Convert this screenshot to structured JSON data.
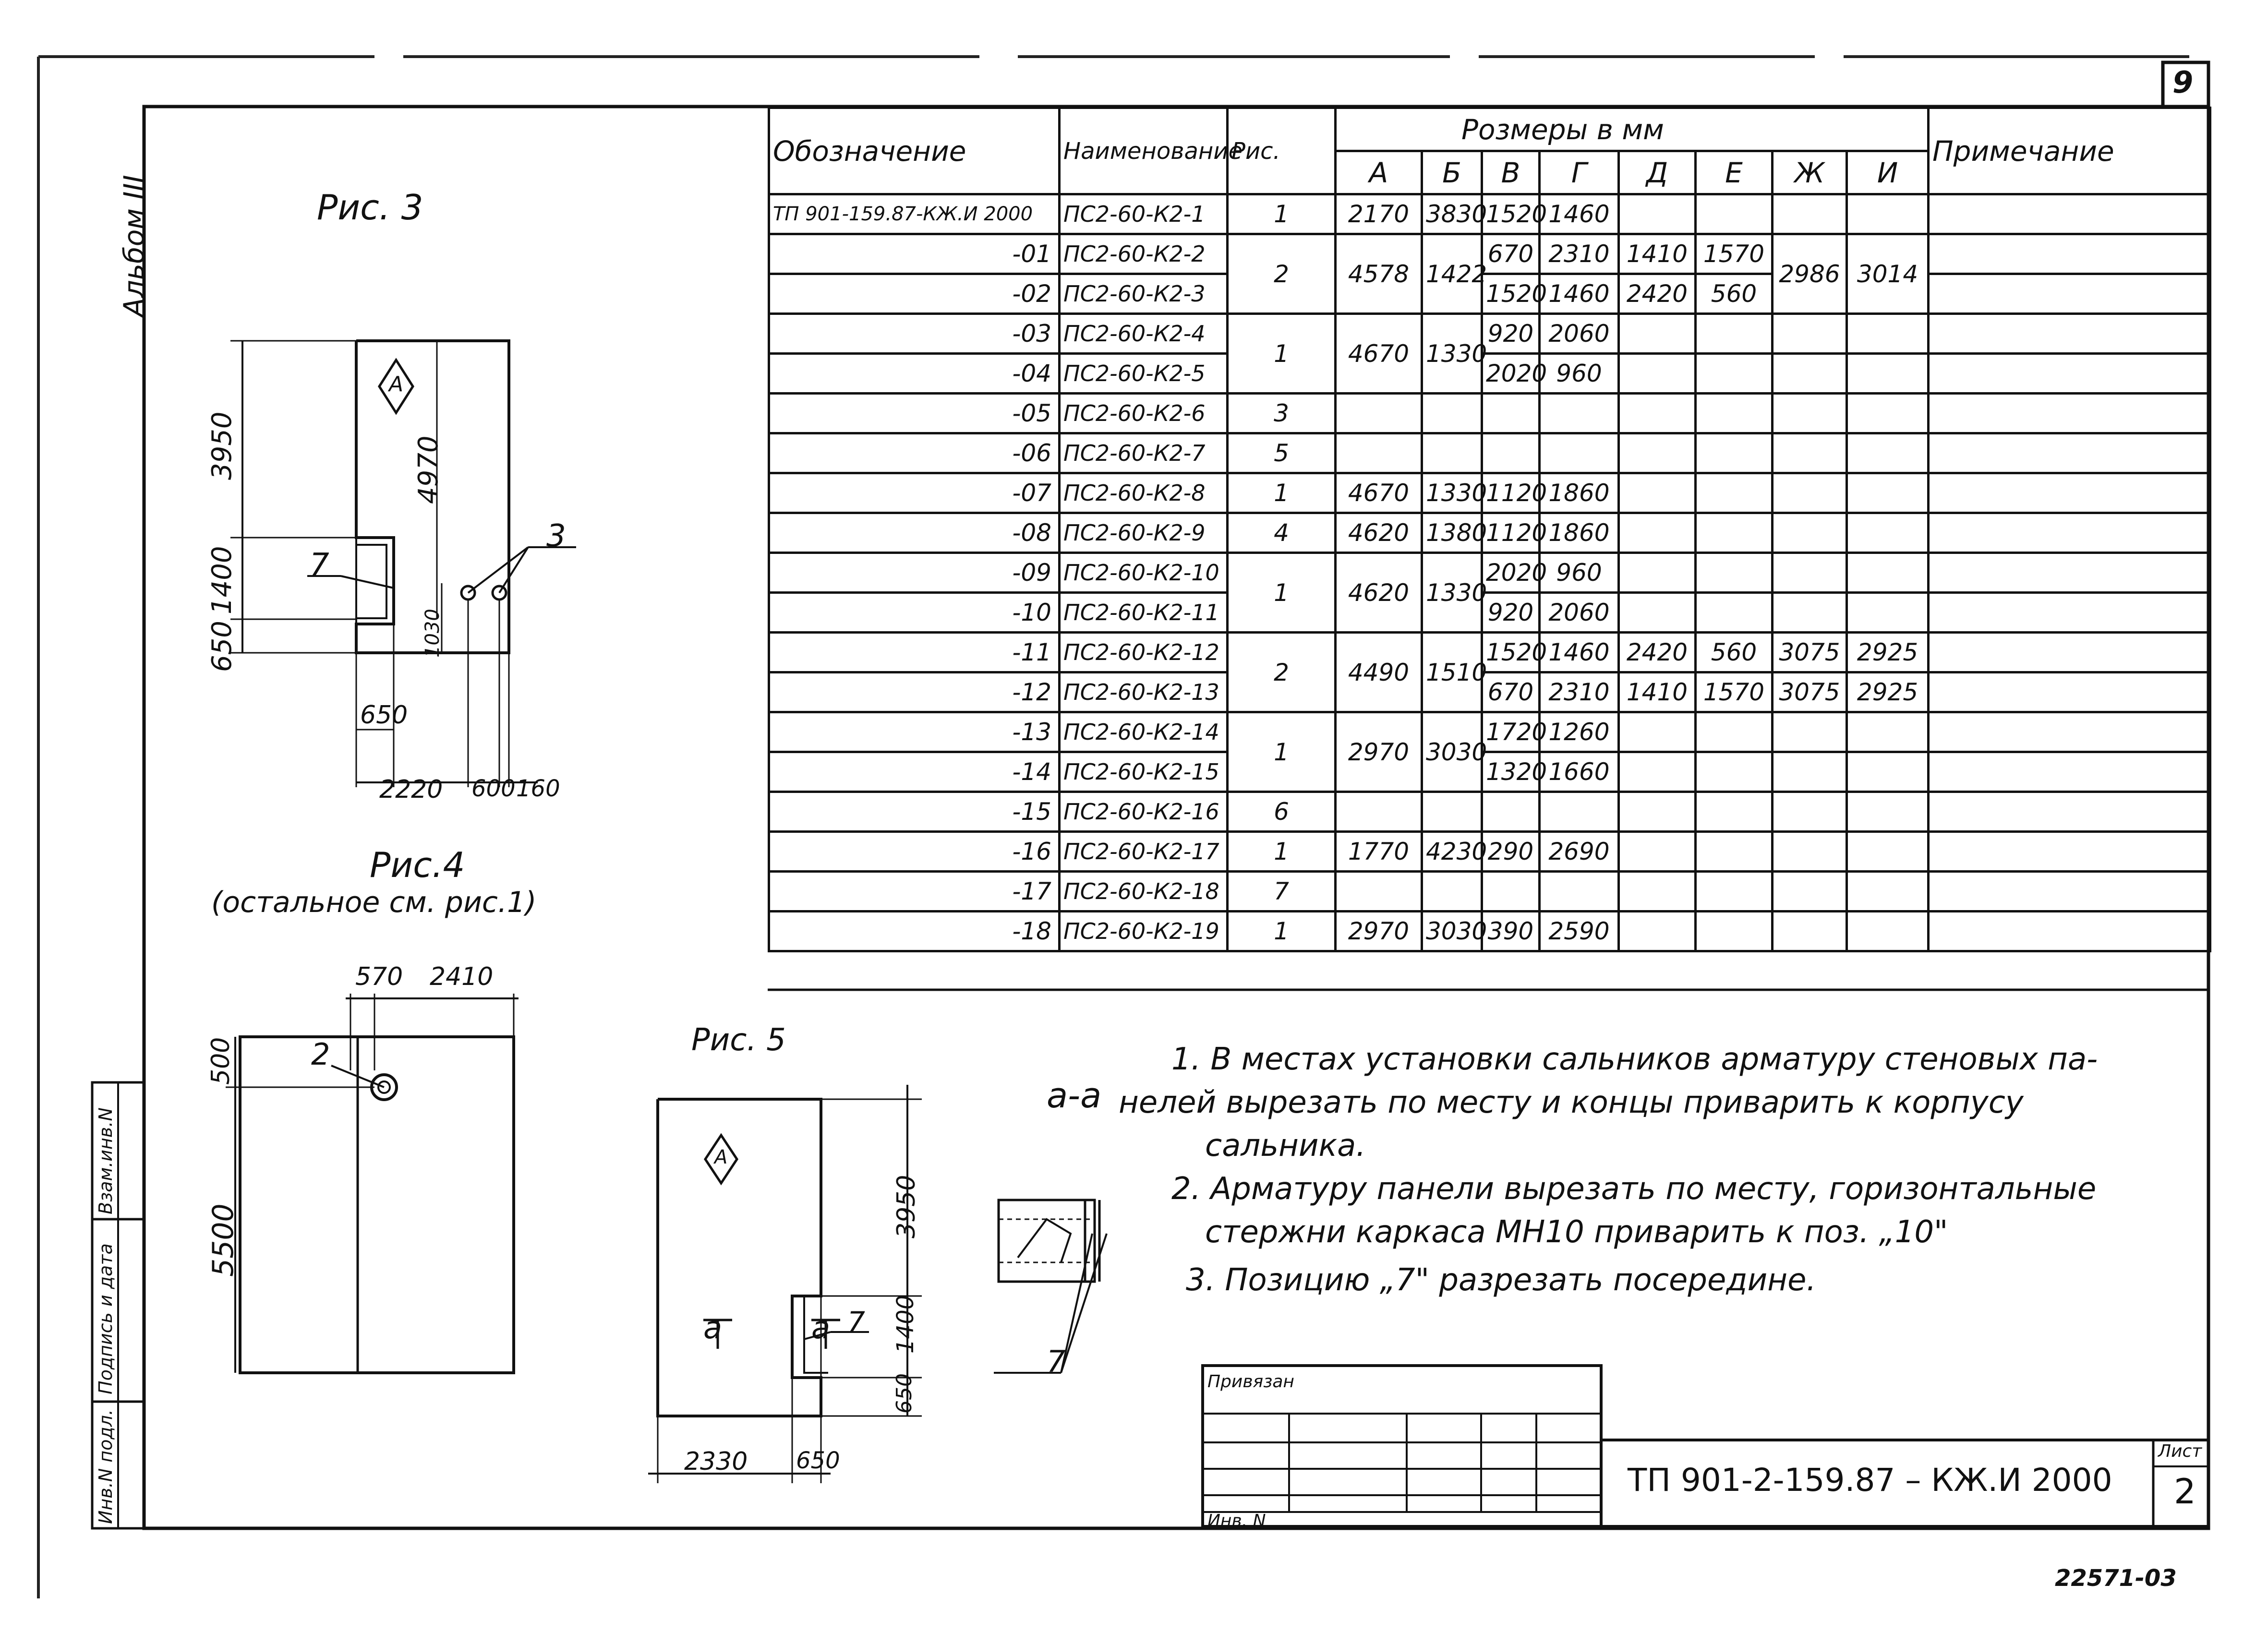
{
  "sheet_corner_number": "9",
  "album_label": "Альбом III",
  "figures": {
    "fig3": {
      "title": "Рис. 3",
      "dims": [
        "3950",
        "1400",
        "650",
        "4970",
        "1030",
        "650",
        "2220",
        "600",
        "160"
      ],
      "callouts": [
        "7",
        "3"
      ],
      "mark": "А"
    },
    "fig4": {
      "title": "Рис.4",
      "subtitle": "(остальное см. рис.1)",
      "dims": [
        "570",
        "2410",
        "500",
        "5500"
      ],
      "callouts": [
        "2"
      ]
    },
    "fig5": {
      "title": "Рис. 5",
      "dims": [
        "3950",
        "1400",
        "650",
        "2330",
        "650"
      ],
      "callouts": [
        "7"
      ],
      "mark": "А",
      "section_mark": "а",
      "section_mark_right": "а"
    },
    "section": {
      "title": "а-а",
      "callouts": [
        "7"
      ]
    }
  },
  "table": {
    "headers": {
      "designation": "Обозначение",
      "name": "Наименование",
      "fig": "Рис.",
      "sizes": "Розмеры  в  мм",
      "note": "Примечание",
      "size_cols": [
        "А",
        "Б",
        "В",
        "Г",
        "Д",
        "Е",
        "Ж",
        "И"
      ]
    },
    "rows": [
      {
        "d": "ТП 901-159.87-КЖ.И 2000",
        "n": "ПС2-60-К2-1",
        "f": "1",
        "A": "2170",
        "B": "3830",
        "V": "1520",
        "G": "1460",
        "D": "",
        "E": "",
        "Zh": "",
        "I": ""
      },
      {
        "d": "-01",
        "n": "ПС2-60-К2-2",
        "f": "2",
        "A": "4578",
        "B": "1422",
        "V": "670",
        "G": "2310",
        "D": "1410",
        "E": "1570",
        "Zh": "2986",
        "I": "3014"
      },
      {
        "d": "-02",
        "n": "ПС2-60-К2-3",
        "f": "",
        "A": "",
        "B": "",
        "V": "1520",
        "G": "1460",
        "D": "2420",
        "E": "560",
        "Zh": "",
        "I": ""
      },
      {
        "d": "-03",
        "n": "ПС2-60-К2-4",
        "f": "1",
        "A": "4670",
        "B": "1330",
        "V": "920",
        "G": "2060",
        "D": "",
        "E": "",
        "Zh": "",
        "I": ""
      },
      {
        "d": "-04",
        "n": "ПС2-60-К2-5",
        "f": "",
        "A": "",
        "B": "",
        "V": "2020",
        "G": "960",
        "D": "",
        "E": "",
        "Zh": "",
        "I": ""
      },
      {
        "d": "-05",
        "n": "ПС2-60-К2-6",
        "f": "3",
        "A": "",
        "B": "",
        "V": "",
        "G": "",
        "D": "",
        "E": "",
        "Zh": "",
        "I": ""
      },
      {
        "d": "-06",
        "n": "ПС2-60-К2-7",
        "f": "5",
        "A": "",
        "B": "",
        "V": "",
        "G": "",
        "D": "",
        "E": "",
        "Zh": "",
        "I": ""
      },
      {
        "d": "-07",
        "n": "ПС2-60-К2-8",
        "f": "1",
        "A": "4670",
        "B": "1330",
        "V": "1120",
        "G": "1860",
        "D": "",
        "E": "",
        "Zh": "",
        "I": ""
      },
      {
        "d": "-08",
        "n": "ПС2-60-К2-9",
        "f": "4",
        "A": "4620",
        "B": "1380",
        "V": "1120",
        "G": "1860",
        "D": "",
        "E": "",
        "Zh": "",
        "I": ""
      },
      {
        "d": "-09",
        "n": "ПС2-60-К2-10",
        "f": "1",
        "A": "4620",
        "B": "1330",
        "V": "2020",
        "G": "960",
        "D": "",
        "E": "",
        "Zh": "",
        "I": ""
      },
      {
        "d": "-10",
        "n": "ПС2-60-К2-11",
        "f": "",
        "A": "",
        "B": "",
        "V": "920",
        "G": "2060",
        "D": "",
        "E": "",
        "Zh": "",
        "I": ""
      },
      {
        "d": "-11",
        "n": "ПС2-60-К2-12",
        "f": "2",
        "A": "4490",
        "B": "1510",
        "V": "1520",
        "G": "1460",
        "D": "2420",
        "E": "560",
        "Zh": "3075",
        "I": "2925"
      },
      {
        "d": "-12",
        "n": "ПС2-60-К2-13",
        "f": "",
        "A": "",
        "B": "",
        "V": "670",
        "G": "2310",
        "D": "1410",
        "E": "1570",
        "Zh": "3075",
        "I": "2925"
      },
      {
        "d": "-13",
        "n": "ПС2-60-К2-14",
        "f": "1",
        "A": "2970",
        "B": "3030",
        "V": "1720",
        "G": "1260",
        "D": "",
        "E": "",
        "Zh": "",
        "I": ""
      },
      {
        "d": "-14",
        "n": "ПС2-60-К2-15",
        "f": "",
        "A": "",
        "B": "",
        "V": "1320",
        "G": "1660",
        "D": "",
        "E": "",
        "Zh": "",
        "I": ""
      },
      {
        "d": "-15",
        "n": "ПС2-60-К2-16",
        "f": "6",
        "A": "",
        "B": "",
        "V": "",
        "G": "",
        "D": "",
        "E": "",
        "Zh": "",
        "I": ""
      },
      {
        "d": "-16",
        "n": "ПС2-60-К2-17",
        "f": "1",
        "A": "1770",
        "B": "4230",
        "V": "290",
        "G": "2690",
        "D": "",
        "E": "",
        "Zh": "",
        "I": ""
      },
      {
        "d": "-17",
        "n": "ПС2-60-К2-18",
        "f": "7",
        "A": "",
        "B": "",
        "V": "",
        "G": "",
        "D": "",
        "E": "",
        "Zh": "",
        "I": ""
      },
      {
        "d": "-18",
        "n": "ПС2-60-К2-19",
        "f": "1",
        "A": "2970",
        "B": "3030",
        "V": "390",
        "G": "2590",
        "D": "",
        "E": "",
        "Zh": "",
        "I": ""
      }
    ]
  },
  "notes": [
    "1. В местах установки сальников арматуру стеновых па-",
    "нелей вырезать по месту и концы приварить к корпусу",
    "сальника.",
    "2. Арматуру панели вырезать по месту, горизонтальные",
    "стержни каркаса МН10 приварить к поз. „10\"",
    "3. Позицию „7\" разрезать посередине."
  ],
  "side_stamp": [
    "Взам.инв.N",
    "Подпись и дата",
    "Инв.N подл."
  ],
  "title_block": {
    "privyazan": "Привязан",
    "inv": "Инв. N",
    "doc_code": "ТП 901-2-159.87 – КЖ.И 2000",
    "sheet_label": "Лист",
    "sheet_number": "2"
  },
  "footer_code": "22571-03"
}
